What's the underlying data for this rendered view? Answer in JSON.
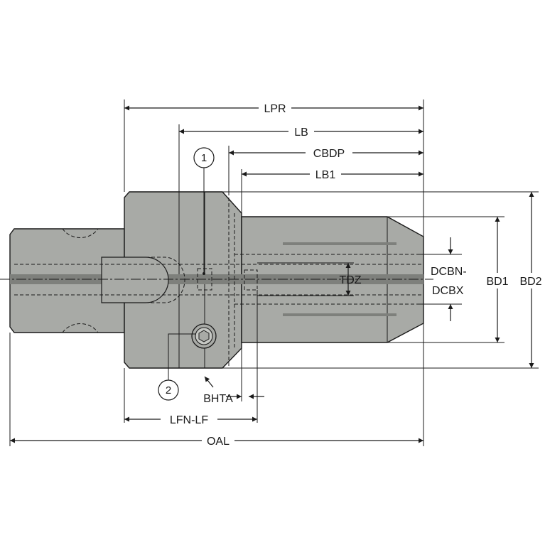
{
  "diagram": {
    "dimensions": {
      "lpr": "LPR",
      "lb": "LB",
      "cbdp": "CBDP",
      "lb1": "LB1",
      "tdz": "TDZ",
      "dcbn": "DCBN-",
      "dcbx": "DCBX",
      "bd1": "BD1",
      "bd2": "BD2",
      "bhta": "BHTA",
      "lfn_lf": "LFN-LF",
      "oal": "OAL"
    },
    "callouts": {
      "one": "1",
      "two": "2"
    },
    "colors": {
      "body": "#a8aaa6",
      "line": "#1a1a1a",
      "highlight": "#c6c8c4",
      "shadow": "#7e807c"
    }
  }
}
